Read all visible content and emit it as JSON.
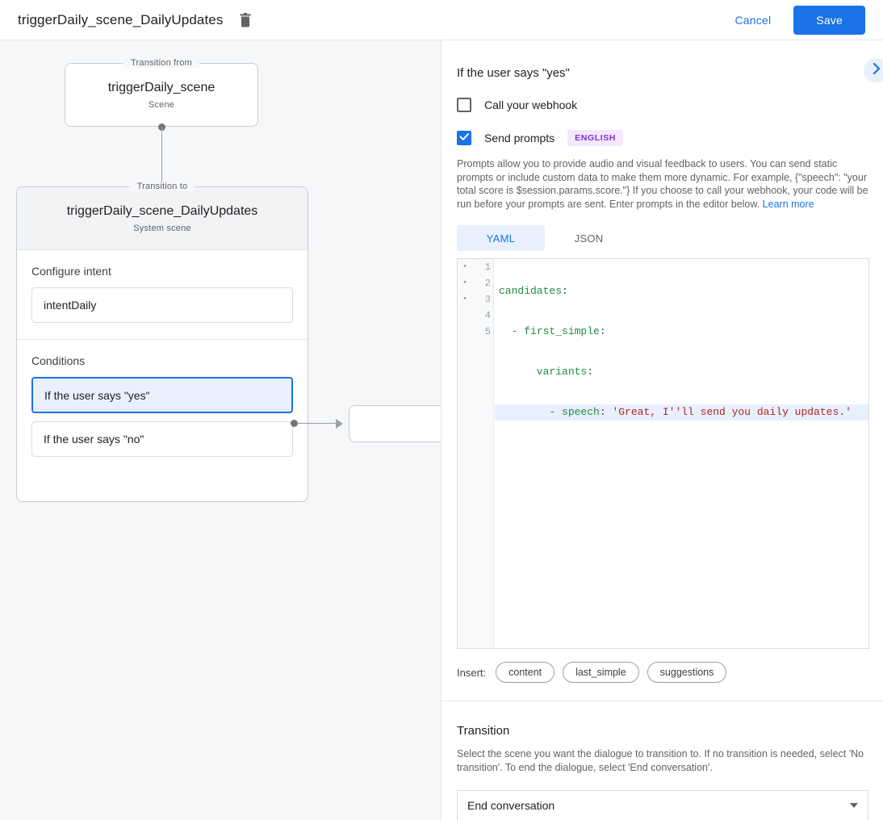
{
  "topbar": {
    "title": "triggerDaily_scene_DailyUpdates",
    "delete_icon": "trash-icon",
    "cancel_label": "Cancel",
    "save_label": "Save",
    "accent_color": "#1a73e8"
  },
  "canvas": {
    "transition_from": {
      "legend": "Transition from",
      "name": "triggerDaily_scene",
      "subtitle": "Scene"
    },
    "transition_to": {
      "legend": "Transition to",
      "name": "triggerDaily_scene_DailyUpdates",
      "subtitle": "System scene"
    },
    "configure_intent": {
      "label": "Configure intent",
      "value": "intentDaily"
    },
    "conditions": {
      "label": "Conditions",
      "items": [
        {
          "text": "If the user says \"yes\"",
          "selected": true
        },
        {
          "text": "If the user says \"no\"",
          "selected": false
        }
      ]
    }
  },
  "panel": {
    "title": "If the user says \"yes\"",
    "expand_icon": "chevron-right-icon",
    "webhook": {
      "label": "Call your webhook",
      "checked": false
    },
    "prompts": {
      "label": "Send prompts",
      "checked": true,
      "language_badge": "ENGLISH",
      "badge_color": "#8430ce",
      "badge_bg": "#f3e8fd",
      "description": "Prompts allow you to provide audio and visual feedback to users. You can send static prompts or include custom data to make them more dynamic. For example, {\"speech\": \"your total score is $session.params.score.\"} If you choose to call your webhook, your code will be run before your prompts are sent. Enter prompts in the editor below. ",
      "learn_more": "Learn more"
    },
    "tabs": [
      {
        "label": "YAML",
        "active": true
      },
      {
        "label": "JSON",
        "active": false
      }
    ],
    "editor": {
      "lines": [
        {
          "num": "1",
          "fold": "▾",
          "active": false
        },
        {
          "num": "2",
          "fold": "▾",
          "active": false
        },
        {
          "num": "3",
          "fold": "▾",
          "active": false
        },
        {
          "num": "4",
          "fold": "",
          "active": true
        },
        {
          "num": "5",
          "fold": "",
          "active": false
        }
      ],
      "line1_key": "candidates",
      "line1_punc": ":",
      "line2_dash": "  - ",
      "line2_key": "first_simple",
      "line2_punc": ":",
      "line3_key": "      variants",
      "line3_punc": ":",
      "line4_dash": "        - ",
      "line4_key": "speech",
      "line4_punc": ": ",
      "line4_str": "'Great, I''ll send you daily updates.'"
    },
    "insert": {
      "label": "Insert:",
      "chips": [
        "content",
        "last_simple",
        "suggestions"
      ]
    },
    "transition": {
      "title": "Transition",
      "description": "Select the scene you want the dialogue to transition to. If no transition is needed, select 'No transition'. To end the dialogue, select 'End conversation'.",
      "selected": "End conversation"
    }
  }
}
